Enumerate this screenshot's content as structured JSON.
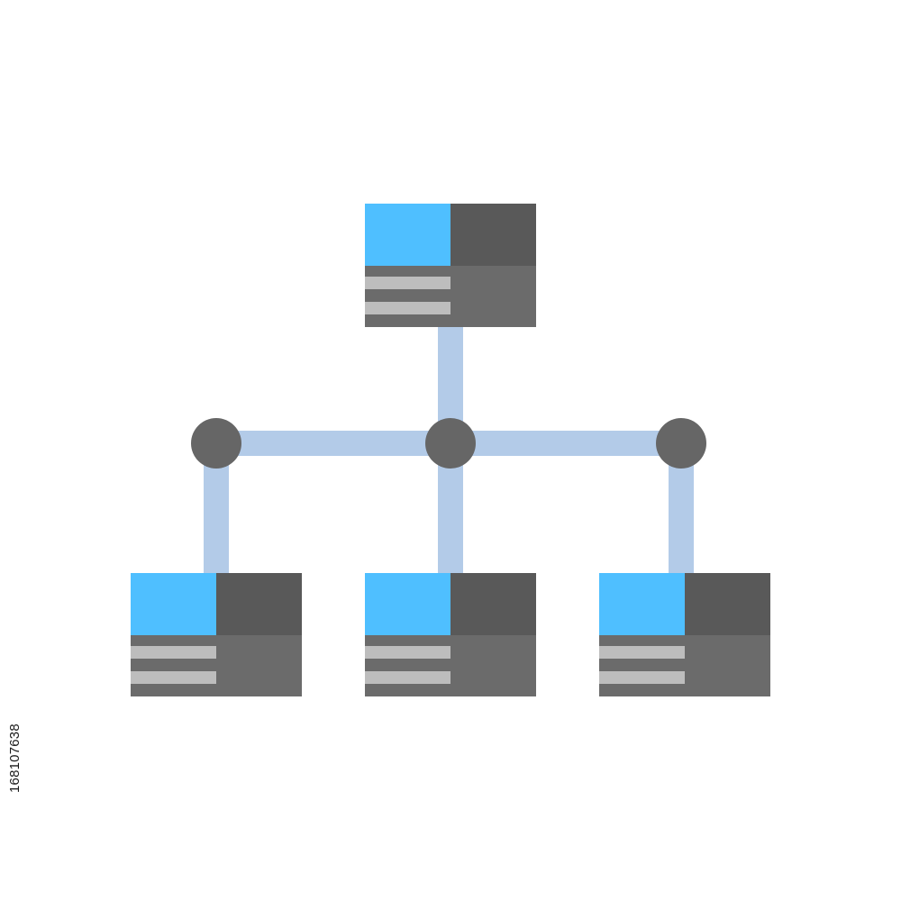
{
  "icon": {
    "name": "hierarchy-network-icon",
    "root_nodes": 1,
    "child_nodes": 3,
    "junction_points": 3
  },
  "colors": {
    "background": "#ffffff",
    "connector": "#b3cbe8",
    "junction": "#666666",
    "node_accent": "#4fbfff",
    "node_dark": "#595959",
    "node_mid": "#6b6b6b",
    "node_lines": "#bdbdbd"
  },
  "watermark": {
    "stock_id": "168107638"
  }
}
